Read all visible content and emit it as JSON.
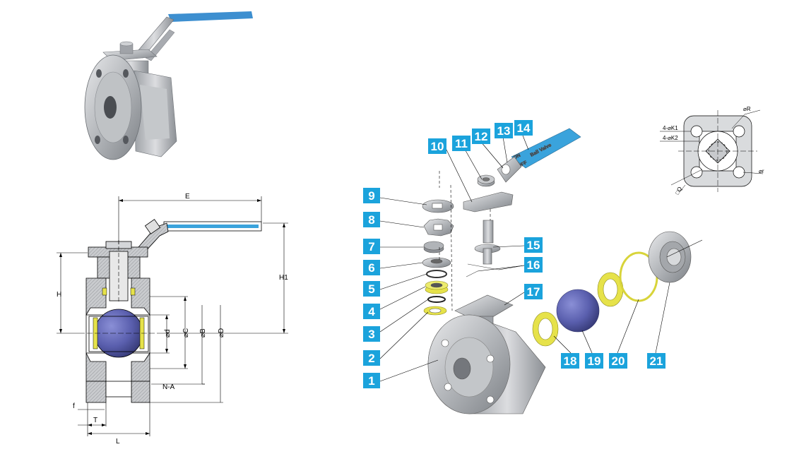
{
  "section_view": {
    "dimension_labels": {
      "E": "E",
      "H": "H",
      "H1": "H1",
      "d": "⌀d",
      "C": "⌀C",
      "B": "⌀B",
      "D": "⌀D",
      "NA": "N-A",
      "f": "f",
      "T": "T",
      "L": "L"
    }
  },
  "flange_view": {
    "labels": {
      "R": "⌀R",
      "K1": "4-⌀K1",
      "K2": "4-⌀K2",
      "r": "⌀r",
      "Q": "□Q"
    }
  },
  "exploded_view": {
    "handle_text": "Ball Valve",
    "handle_on": "ON",
    "handle_off": "OFF",
    "parts": [
      "1",
      "2",
      "3",
      "4",
      "5",
      "6",
      "7",
      "8",
      "9",
      "10",
      "11",
      "12",
      "13",
      "14",
      "15",
      "16",
      "17",
      "18",
      "19",
      "20",
      "21"
    ]
  },
  "colors": {
    "badge": "#1ba3dc",
    "handle": "#3aa3dc",
    "ball": "#5a5fae",
    "seat": "#e6e24a",
    "metal": "#b9bcc0"
  }
}
